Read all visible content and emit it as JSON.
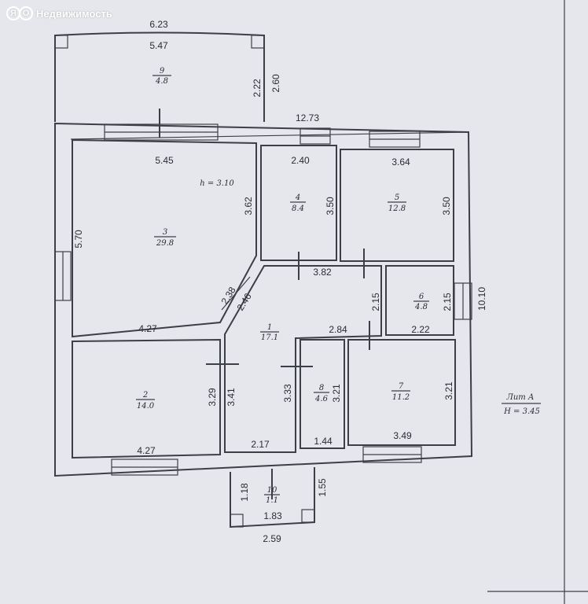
{
  "watermark": {
    "logo": "ЯО",
    "text": "Недвижимость"
  },
  "rooms": [
    {
      "num": "1",
      "area": "17.1"
    },
    {
      "num": "2",
      "area": "14.0"
    },
    {
      "num": "3",
      "area": "29.8"
    },
    {
      "num": "4",
      "area": "8.4"
    },
    {
      "num": "5",
      "area": "12.8"
    },
    {
      "num": "6",
      "area": "4.8"
    },
    {
      "num": "7",
      "area": "11.2"
    },
    {
      "num": "8",
      "area": "4.6"
    },
    {
      "num": "9",
      "area": "4.8"
    },
    {
      "num": "10",
      "area": "1.1"
    }
  ],
  "dims": {
    "top_outer": "6.23",
    "terrace_inner": "5.47",
    "terrace_h1": "2.22",
    "terrace_h2": "2.60",
    "overall_width": "12.73",
    "r3_width": "5.45",
    "r3_ceiling": "h = 3.10",
    "r3_height_left": "5.70",
    "r3_height_right": "3.62",
    "r3_bottom": "4.27",
    "r4_width": "2.40",
    "r4_height": "3.50",
    "r5_width": "3.64",
    "r5_height": "3.50",
    "corridor_width": "3.82",
    "diag_a": "2.38",
    "diag_b": "2.46",
    "r6_height_l": "2.15",
    "r6_height_r": "2.15",
    "r6_width": "2.22",
    "overall_height": "10.10",
    "r1_width": "2.84",
    "r2_height_right": "3.29",
    "r1_height_left": "3.41",
    "r1_height_right": "3.33",
    "r8_height": "3.21",
    "r7_height": "3.21",
    "r2_bottom": "4.27",
    "r1_bottom": "2.17",
    "r8_bottom": "1.44",
    "r7_bottom": "3.49",
    "porch_h_left": "1.18",
    "porch_h_right": "1.55",
    "porch_inner_w": "1.83",
    "porch_outer_w": "2.59"
  },
  "legend": {
    "title": "Лит А",
    "height": "H = 3.45"
  }
}
